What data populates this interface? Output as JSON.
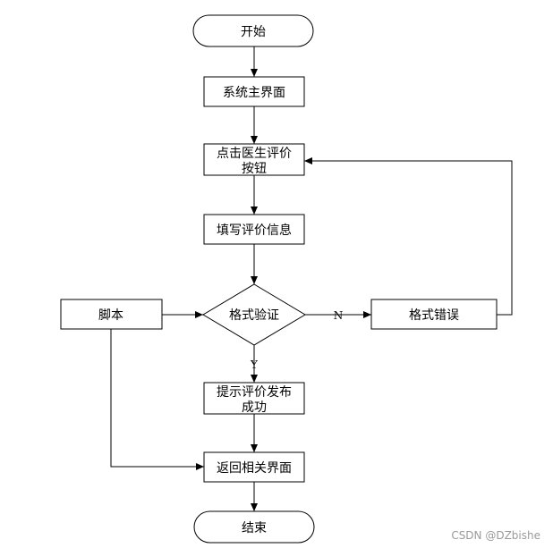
{
  "flowchart": {
    "nodes": {
      "start": "开始",
      "main_interface": "系统主界面",
      "click_doctor_review_line1": "点击医生评价",
      "click_doctor_review_line2": "按钮",
      "fill_review": "填写评价信息",
      "format_validation": "格式验证",
      "script": "脚本",
      "format_error": "格式错误",
      "publish_success_line1": "提示评价发布",
      "publish_success_line2": "成功",
      "return_page": "返回相关界面",
      "end": "结束"
    },
    "edge_labels": {
      "no": "N",
      "yes": "Y"
    },
    "colors": {
      "stroke": "#000000",
      "background": "#ffffff",
      "watermark": "#9a9a9a"
    }
  },
  "watermark": "CSDN @DZbishe"
}
